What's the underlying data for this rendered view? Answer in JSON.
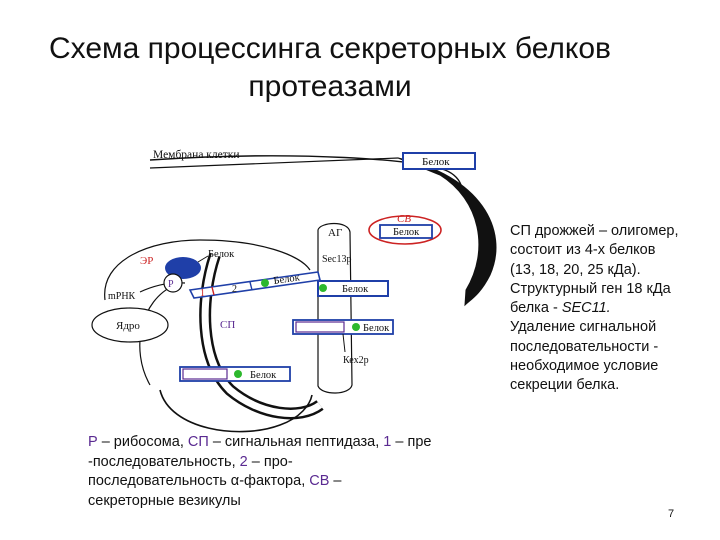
{
  "slide": {
    "title_line1": "Схема процессинга секреторных белков",
    "title_line2": "протеазами",
    "page_number": "7"
  },
  "diagram": {
    "membrane_label": "Мембрана клетки",
    "top_protein_box": "Белок",
    "sv_label": "СВ",
    "sv_box": "Белок",
    "ag_label": "АГ",
    "sec13_label": "Sec13p",
    "er_label": "ЭР",
    "er_protein": "Белок",
    "ribosome_label": "Р",
    "mrna_label": "mРНК",
    "nucleus_label": "Ядро",
    "sp_label": "СП",
    "num1": "1",
    "num2": "2",
    "diag_protein": "Белок",
    "box_right_top": "Белок",
    "box_mid": "Белок",
    "box_bottom": "Белок",
    "kex2_label": "Кех2р",
    "colors": {
      "blue": "#1f3fa8",
      "green": "#2db82d",
      "purple": "#5a2a91",
      "red": "#cc2222"
    }
  },
  "right_text": {
    "line1": "СП дрожжей – олигомер,",
    "line2": "состоит из 4-х белков",
    "line3": "(13, 18, 20, 25 кДа).",
    "line4": "Структурный ген 18 кДа",
    "line5_pre": "белка  - ",
    "line5_gene": "SEC11.",
    "line6": "Удаление сигнальной",
    "line7": "последовательности -",
    "line8": "необходимое условие",
    "line9": "секреции белка."
  },
  "caption": {
    "p_label": "Р",
    "p_text": " – рибосома, ",
    "sp_label": "СП",
    "sp_text": " – сигнальная пептидаза, ",
    "one_label": "1",
    "one_text": " – пре",
    "line2": "-последовательность, ",
    "two_label": "2",
    "two_text": " – про-",
    "line3": "последовательность α-фактора, ",
    "sv_label": "СВ",
    "sv_text": " –",
    "line4": "секреторные везикулы"
  }
}
